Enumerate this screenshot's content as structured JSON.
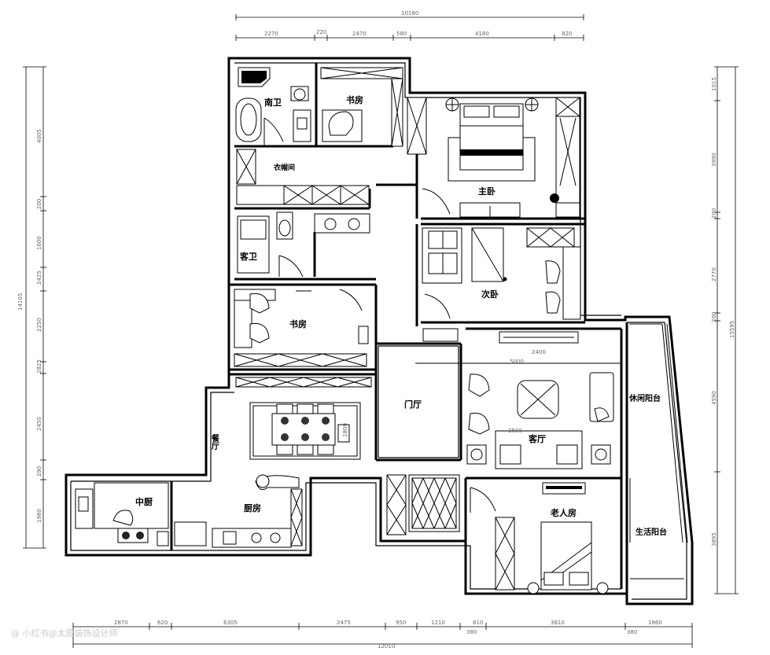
{
  "rooms": {
    "guest_bath": "南卫",
    "study": "书房",
    "cloakroom": "衣帽间",
    "master_bedroom": "主卧",
    "public_bath": "客卫",
    "second_bedroom": "次卧",
    "kids_room": "书房",
    "foyer": "门厅",
    "living_room": "客厅",
    "leisure_balcony": "休闲阳台",
    "dining_room": "餐厅",
    "kitchen": "厨房",
    "pantry": "中厨",
    "elder_room": "老人房",
    "service_balcony": "生活阳台"
  },
  "dimensions": {
    "top_total": "10180",
    "top_segments": [
      "2270",
      "220",
      "2470",
      "580",
      "4180",
      "820"
    ],
    "bottom_total": "12010",
    "bottom_segments": [
      "2870",
      "620",
      "6305",
      "2475",
      "950",
      "1210",
      "810",
      "3810",
      "1860"
    ],
    "bottom_sub": [
      "380",
      "380"
    ],
    "left_total": "14105",
    "left_segments": [
      "4005",
      "200",
      "1600",
      "2425",
      "2250",
      "2825",
      "2450",
      "290",
      "1980"
    ],
    "right_total": "15595",
    "right_segments": [
      "1015",
      "3990",
      "200",
      "2770",
      "200",
      "4590",
      "3895"
    ],
    "inner": [
      "2400",
      "5000",
      "2500",
      "1800"
    ]
  },
  "watermark": "@ 小红书@太原装饰设计师"
}
